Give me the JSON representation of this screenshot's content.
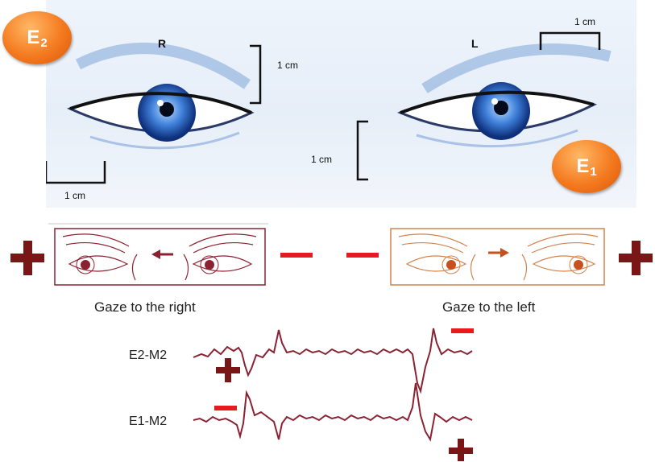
{
  "photo": {
    "side_right": "R",
    "side_left": "L",
    "scale_top_right": "1 cm",
    "scale_upper_mid": "1 cm",
    "scale_lower_mid": "1 cm",
    "scale_bottom_left": "1 cm"
  },
  "electrodes": {
    "e2": {
      "main": "E",
      "sub": "2"
    },
    "e1": {
      "main": "E",
      "sub": "1"
    }
  },
  "gaze": {
    "right_caption": "Gaze to the right",
    "left_caption": "Gaze to the left",
    "right_color": "#8b2232",
    "left_color": "#d2834f"
  },
  "traces": {
    "top_label": "E2-M2",
    "bottom_label": "E1-M2",
    "color": "#8b2232"
  },
  "colors": {
    "plus": "#7a1616",
    "minus": "#e8191f",
    "badge": "#f47a1f",
    "iris": "#3d7ed8"
  }
}
